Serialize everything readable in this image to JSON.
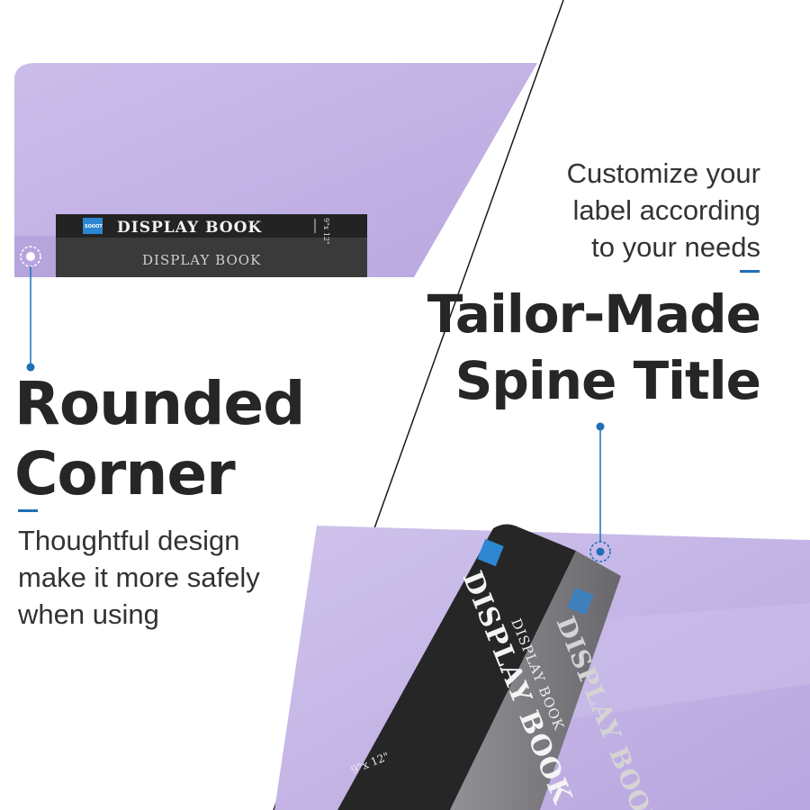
{
  "features": {
    "rounded_corner": {
      "title_line1": "Rounded",
      "title_line2": "Corner",
      "desc_line1": "Thoughtful design",
      "desc_line2": "make it more safely",
      "desc_line3": "when using"
    },
    "spine_title": {
      "desc_line1": "Customize your",
      "desc_line2": "label according",
      "desc_line3": "to your needs",
      "title_line1": "Tailor-Made",
      "title_line2": "Spine Title"
    }
  },
  "product": {
    "brand": "SOOOT",
    "spine_label": "DISPLAY BOOK",
    "size_label": "9\"x 12\""
  },
  "colors": {
    "binder_purple": "#c5b6e6",
    "spine_black": "#262626",
    "accent_blue": "#1f6fb6",
    "text_dark": "#262626",
    "badge_blue": "#2d86d1"
  }
}
